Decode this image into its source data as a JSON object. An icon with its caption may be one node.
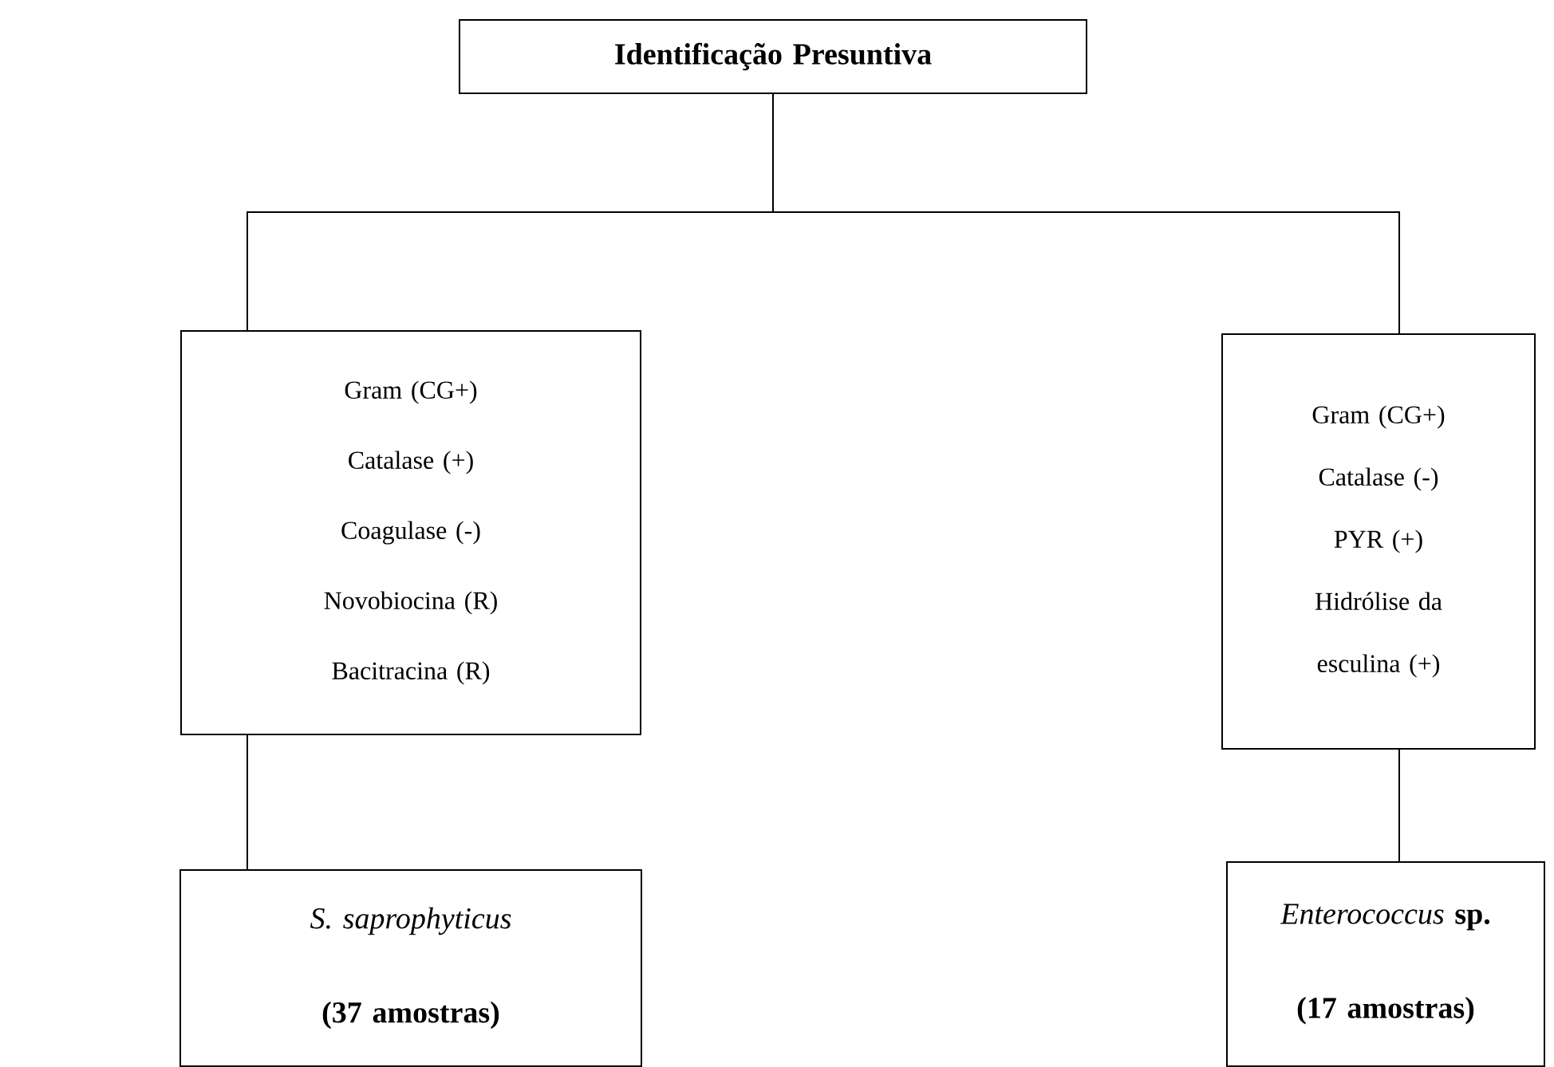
{
  "diagram": {
    "nodes": [
      {
        "text": [
          "Identificação Presuntiva"
        ]
      },
      {
        "text": [
          "Gram (CG+)",
          "Catalase (+)",
          "Coagulase (-)",
          "Novobiocina (R)",
          "Bacitracina (R)"
        ]
      },
      {
        "text": [
          "Gram (CG+)",
          "Catalase (-)",
          "PYR (+)",
          "Hidrólise da esculina (+)"
        ]
      },
      {
        "text": [
          "S. saprophyticus",
          "(37 amostras)"
        ]
      },
      {
        "text": [
          "*Enterococcus* **sp.**",
          "(17 amostras)"
        ]
      }
    ],
    "edges": [
      {
        "from": 0,
        "to": 1,
        "arrow": "none"
      },
      {
        "from": 0,
        "to": 2,
        "arrow": "none"
      },
      {
        "from": 1,
        "to": 3,
        "arrow": "none"
      },
      {
        "from": 2,
        "to": 4,
        "arrow": "none"
      }
    ]
  }
}
